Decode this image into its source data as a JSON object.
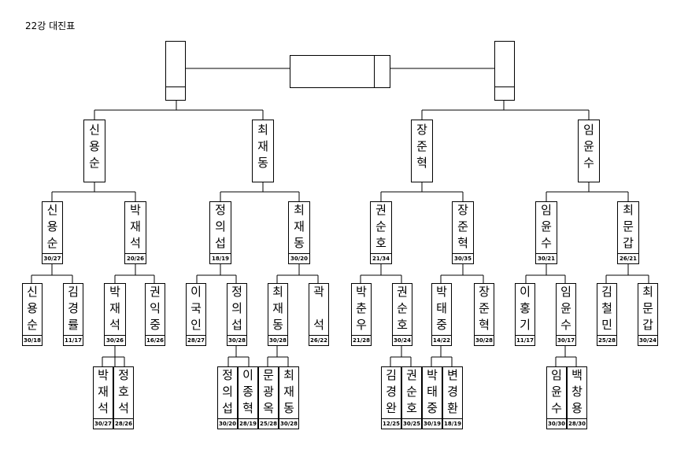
{
  "title": "22강 대진표",
  "top": {
    "left_final": "",
    "right_final": "",
    "champion": ""
  },
  "qf": [
    {
      "name": "신\n용\n순"
    },
    {
      "name": "최\n재\n동"
    },
    {
      "name": "장\n준\n혁"
    },
    {
      "name": "임\n윤\n수"
    }
  ],
  "r16": [
    {
      "name": "신\n용\n순",
      "score": "30/27"
    },
    {
      "name": "박\n재\n석",
      "score": "20/26"
    },
    {
      "name": "정\n의\n섭",
      "score": "18/19"
    },
    {
      "name": "최\n재\n동",
      "score": "30/20"
    },
    {
      "name": "권\n순\n호",
      "score": "21/34"
    },
    {
      "name": "장\n준\n혁",
      "score": "30/35"
    },
    {
      "name": "임\n윤\n수",
      "score": "30/21"
    },
    {
      "name": "최\n문\n갑",
      "score": "26/21"
    }
  ],
  "r32": [
    {
      "name": "신\n용\n순",
      "score": "30/18"
    },
    {
      "name": "김\n경\n률",
      "score": "11/17"
    },
    {
      "name": "박\n재\n석",
      "score": "30/26"
    },
    {
      "name": "권\n익\n중",
      "score": "16/26"
    },
    {
      "name": "이\n국\n인",
      "score": "28/27"
    },
    {
      "name": "정\n의\n섭",
      "score": "30/28"
    },
    {
      "name": "최\n재\n동",
      "score": "30/28"
    },
    {
      "name": "곽\n\n석",
      "score": "26/22"
    },
    {
      "name": "박\n춘\n우",
      "score": "21/28"
    },
    {
      "name": "권\n순\n호",
      "score": "30/24"
    },
    {
      "name": "박\n태\n중",
      "score": "14/22"
    },
    {
      "name": "장\n준\n혁",
      "score": "30/28"
    },
    {
      "name": "이\n홍\n기",
      "score": "11/17"
    },
    {
      "name": "임\n윤\n수",
      "score": "30/17"
    },
    {
      "name": "김\n철\n민",
      "score": "25/28"
    },
    {
      "name": "최\n문\n갑",
      "score": "30/24"
    }
  ],
  "r64": [
    {
      "name": "박\n재\n석",
      "score": "30/27"
    },
    {
      "name": "정\n호\n석",
      "score": "28/26"
    },
    {
      "name": "정\n의\n섭",
      "score": "30/20"
    },
    {
      "name": "이\n종\n혁",
      "score": "28/19"
    },
    {
      "name": "문\n광\n옥",
      "score": "25/28"
    },
    {
      "name": "최\n재\n동",
      "score": "30/28"
    },
    {
      "name": "김\n경\n완",
      "score": "12/25"
    },
    {
      "name": "권\n순\n호",
      "score": "30/25"
    },
    {
      "name": "박\n태\n중",
      "score": "30/19"
    },
    {
      "name": "변\n경\n환",
      "score": "18/19"
    },
    {
      "name": "임\n윤\n수",
      "score": "30/30"
    },
    {
      "name": "백\n창\n용",
      "score": "28/30"
    }
  ]
}
